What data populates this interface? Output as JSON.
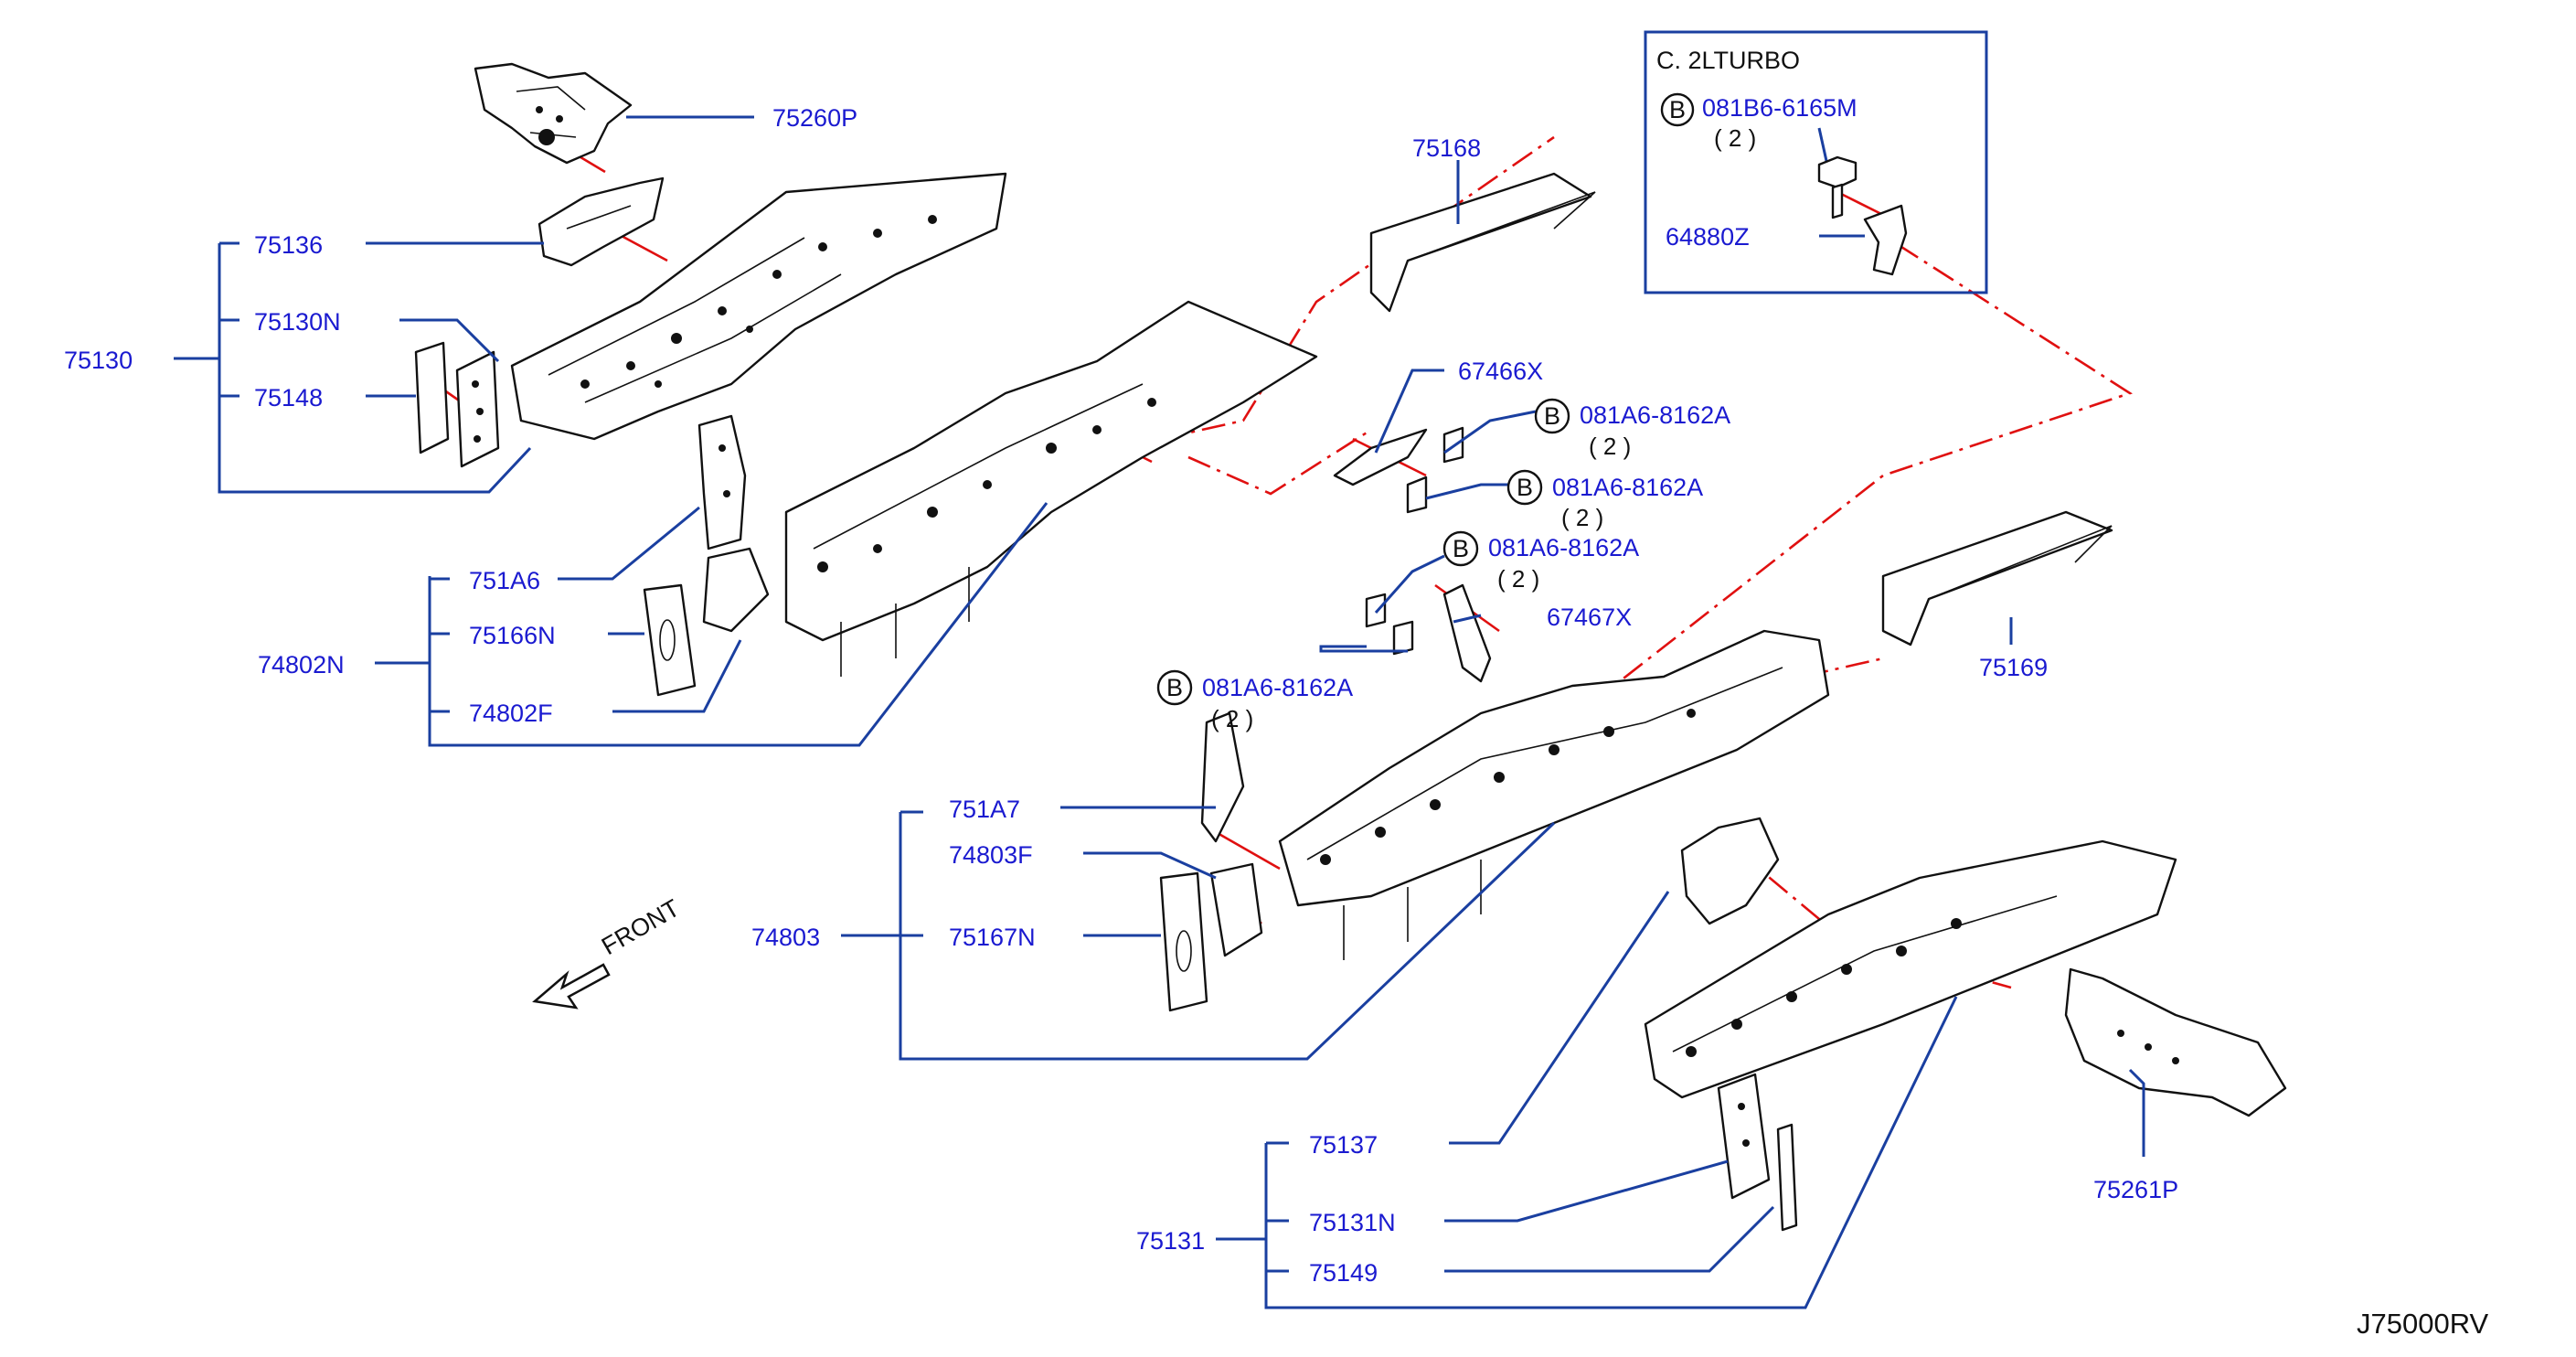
{
  "diagram_code": "J75000RV",
  "front_label": "FRONT",
  "inset": {
    "title": "C.  2LTURBO",
    "bolt_code": "081B6-6165M",
    "bolt_qty": "( 2 )",
    "part": "64880Z"
  },
  "bolt_symbol": "B",
  "labels": {
    "p75260P": "75260P",
    "p75136": "75136",
    "p75130N": "75130N",
    "p75130": "75130",
    "p75148": "75148",
    "p751A6": "751A6",
    "p75166N": "75166N",
    "p74802N": "74802N",
    "p74802F": "74802F",
    "p75168": "75168",
    "p67466X": "67466X",
    "p67467X": "67467X",
    "p75169": "75169",
    "p751A7": "751A7",
    "p74803F": "74803F",
    "p74803": "74803",
    "p75167N": "75167N",
    "p75137": "75137",
    "p75131N": "75131N",
    "p75131": "75131",
    "p75149": "75149",
    "p75261P": "75261P"
  },
  "bolts": [
    {
      "code": "081A6-8162A",
      "qty": "( 2 )"
    },
    {
      "code": "081A6-8162A",
      "qty": "( 2 )"
    },
    {
      "code": "081A6-8162A",
      "qty": "( 2 )"
    },
    {
      "code": "081A6-8162A",
      "qty": "( 2 )"
    }
  ]
}
